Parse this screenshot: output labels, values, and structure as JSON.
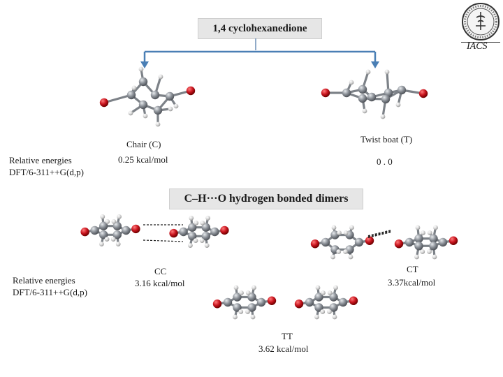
{
  "title": "1,4 cyclohexanedione",
  "logo_text": "IACS",
  "section_dimers": "C–H···O hydrogen bonded dimers",
  "chair": {
    "name": "Chair (C)",
    "energy": "0.25 kcal/mol"
  },
  "twist": {
    "name": "Twist boat (T)",
    "energy": "0 . 0"
  },
  "rel_energies_1": {
    "line1": "Relative energies",
    "line2": "DFT/6-311++G(d,p)"
  },
  "rel_energies_2": {
    "line1": "Relative energies",
    "line2": "DFT/6-311++G(d,p)"
  },
  "cc": {
    "name": "CC",
    "energy": "3.16 kcal/mol"
  },
  "ct": {
    "name": "CT",
    "energy": "3.37kcal/mol"
  },
  "tt": {
    "name": "TT",
    "energy": "3.62 kcal/mol"
  },
  "colors": {
    "carbon": "#8a8f96",
    "hydrogen": "#d9d9d9",
    "oxygen": "#c8141e",
    "bond": "#7d8288",
    "connector": "#4a7fb5",
    "hbond": "#222222"
  }
}
